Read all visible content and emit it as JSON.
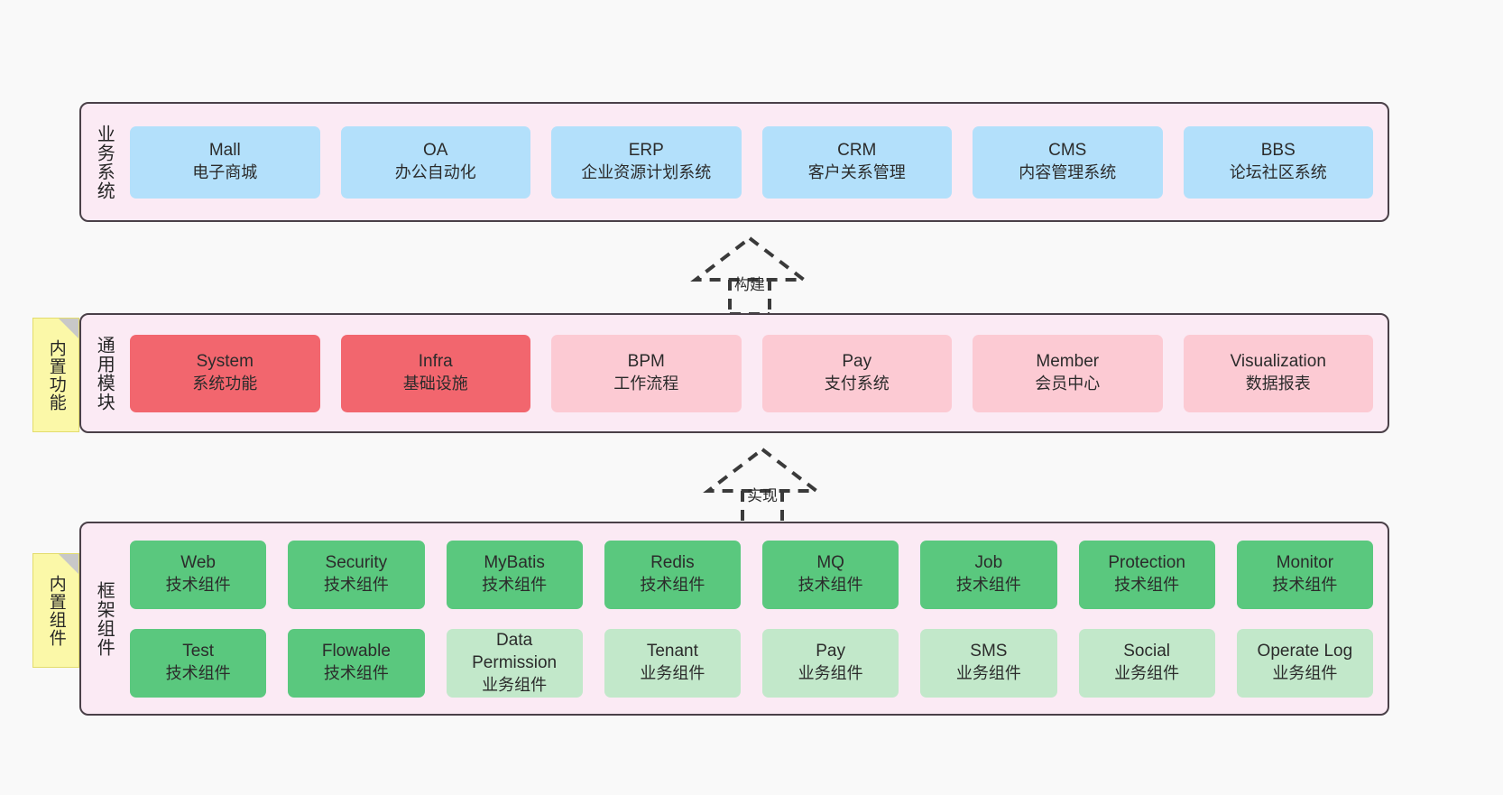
{
  "diagram": {
    "title_hidden": "",
    "colors": {
      "panel_bg": "#fbeaf4",
      "panel_border": "#4a4048",
      "business_box": "#b3e0fb",
      "module_strong": "#f2666e",
      "module_soft": "#fccad3",
      "tech_component": "#5ac87e",
      "biz_component": "#c2e8ca",
      "note_bg": "#fbf8a8",
      "note_fold": "#c8c8c8"
    }
  },
  "layers": {
    "business": {
      "label": "业务系统",
      "boxes": [
        {
          "en": "Mall",
          "cn": "电子商城"
        },
        {
          "en": "OA",
          "cn": "办公自动化"
        },
        {
          "en": "ERP",
          "cn": "企业资源计划系统"
        },
        {
          "en": "CRM",
          "cn": "客户关系管理"
        },
        {
          "en": "CMS",
          "cn": "内容管理系统"
        },
        {
          "en": "BBS",
          "cn": "论坛社区系统"
        }
      ]
    },
    "modules": {
      "label": "通用模块",
      "note": "内置功能",
      "boxes": [
        {
          "en": "System",
          "cn": "系统功能",
          "tone": "strong"
        },
        {
          "en": "Infra",
          "cn": "基础设施",
          "tone": "strong"
        },
        {
          "en": "BPM",
          "cn": "工作流程",
          "tone": "soft"
        },
        {
          "en": "Pay",
          "cn": "支付系统",
          "tone": "soft"
        },
        {
          "en": "Member",
          "cn": "会员中心",
          "tone": "soft"
        },
        {
          "en": "Visualization",
          "cn": "数据报表",
          "tone": "soft"
        }
      ]
    },
    "framework": {
      "label": "框架组件",
      "note": "内置组件",
      "row1": [
        {
          "en": "Web",
          "cn": "技术组件"
        },
        {
          "en": "Security",
          "cn": "技术组件"
        },
        {
          "en": "MyBatis",
          "cn": "技术组件"
        },
        {
          "en": "Redis",
          "cn": "技术组件"
        },
        {
          "en": "MQ",
          "cn": "技术组件"
        },
        {
          "en": "Job",
          "cn": "技术组件"
        },
        {
          "en": "Protection",
          "cn": "技术组件"
        },
        {
          "en": "Monitor",
          "cn": "技术组件"
        }
      ],
      "row2": [
        {
          "en": "Test",
          "cn": "技术组件",
          "tone": "tech"
        },
        {
          "en": "Flowable",
          "cn": "技术组件",
          "tone": "tech"
        },
        {
          "en": "Data Permission",
          "cn": "业务组件",
          "tone": "biz"
        },
        {
          "en": "Tenant",
          "cn": "业务组件",
          "tone": "biz"
        },
        {
          "en": "Pay",
          "cn": "业务组件",
          "tone": "biz"
        },
        {
          "en": "SMS",
          "cn": "业务组件",
          "tone": "biz"
        },
        {
          "en": "Social",
          "cn": "业务组件",
          "tone": "biz"
        },
        {
          "en": "Operate Log",
          "cn": "业务组件",
          "tone": "biz"
        }
      ]
    }
  },
  "connectors": [
    {
      "label": "构建"
    },
    {
      "label": "实现"
    }
  ]
}
